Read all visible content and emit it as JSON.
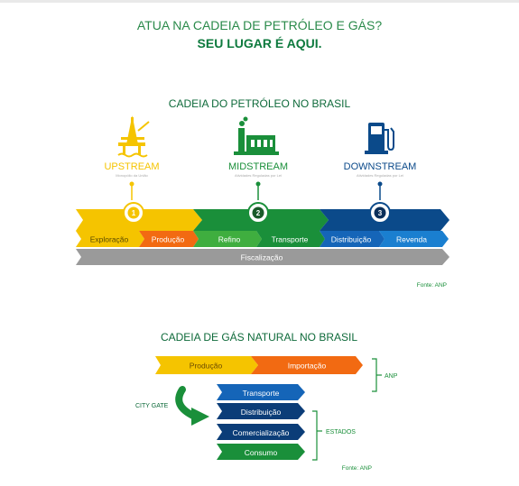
{
  "header": {
    "line1": "ATUA NA CADEIA DE PETRÓLEO E GÁS?",
    "line2": "SEU LUGAR É AQUI."
  },
  "oil_chain": {
    "title": "CADEIA DO PETRÓLEO NO BRASIL",
    "stages": [
      {
        "name": "UPSTREAM",
        "sub": "Monopólio da União",
        "number": "1",
        "icon": "oil-rig-icon",
        "color": "#f5c400"
      },
      {
        "name": "MIDSTREAM",
        "sub": "Atividades Reguladas por Lei",
        "number": "2",
        "icon": "refinery-icon",
        "color": "#1a8f3a"
      },
      {
        "name": "DOWNSTREAM",
        "sub": "Atividades Reguladas por Lei",
        "number": "3",
        "icon": "fuel-pump-icon",
        "color": "#0b4a8a"
      }
    ],
    "activities": [
      "Exploração",
      "Produção",
      "Refino",
      "Transporte",
      "Distribuição",
      "Revenda"
    ],
    "fiscal": "Fiscalização",
    "source": "Fonte: ANP"
  },
  "gas_chain": {
    "title": "CADEIA DE GÁS NATURAL NO BRASIL",
    "top": [
      "Produção",
      "Importação"
    ],
    "anp_label": "ANP",
    "city_gate": "CITY GATE",
    "steps": [
      "Transporte",
      "Distribuição",
      "Comercialização",
      "Consumo"
    ],
    "states_label": "ESTADOS",
    "source": "Fonte: ANP"
  },
  "colors": {
    "yellow": "#f5c400",
    "orange": "#f26a12",
    "green": "#1a8f3a",
    "lightgreen": "#3fae3f",
    "blue": "#1565b8",
    "darkblue": "#0b3d78",
    "gray": "#9a9a9a",
    "title_green": "#0e7a3e"
  }
}
